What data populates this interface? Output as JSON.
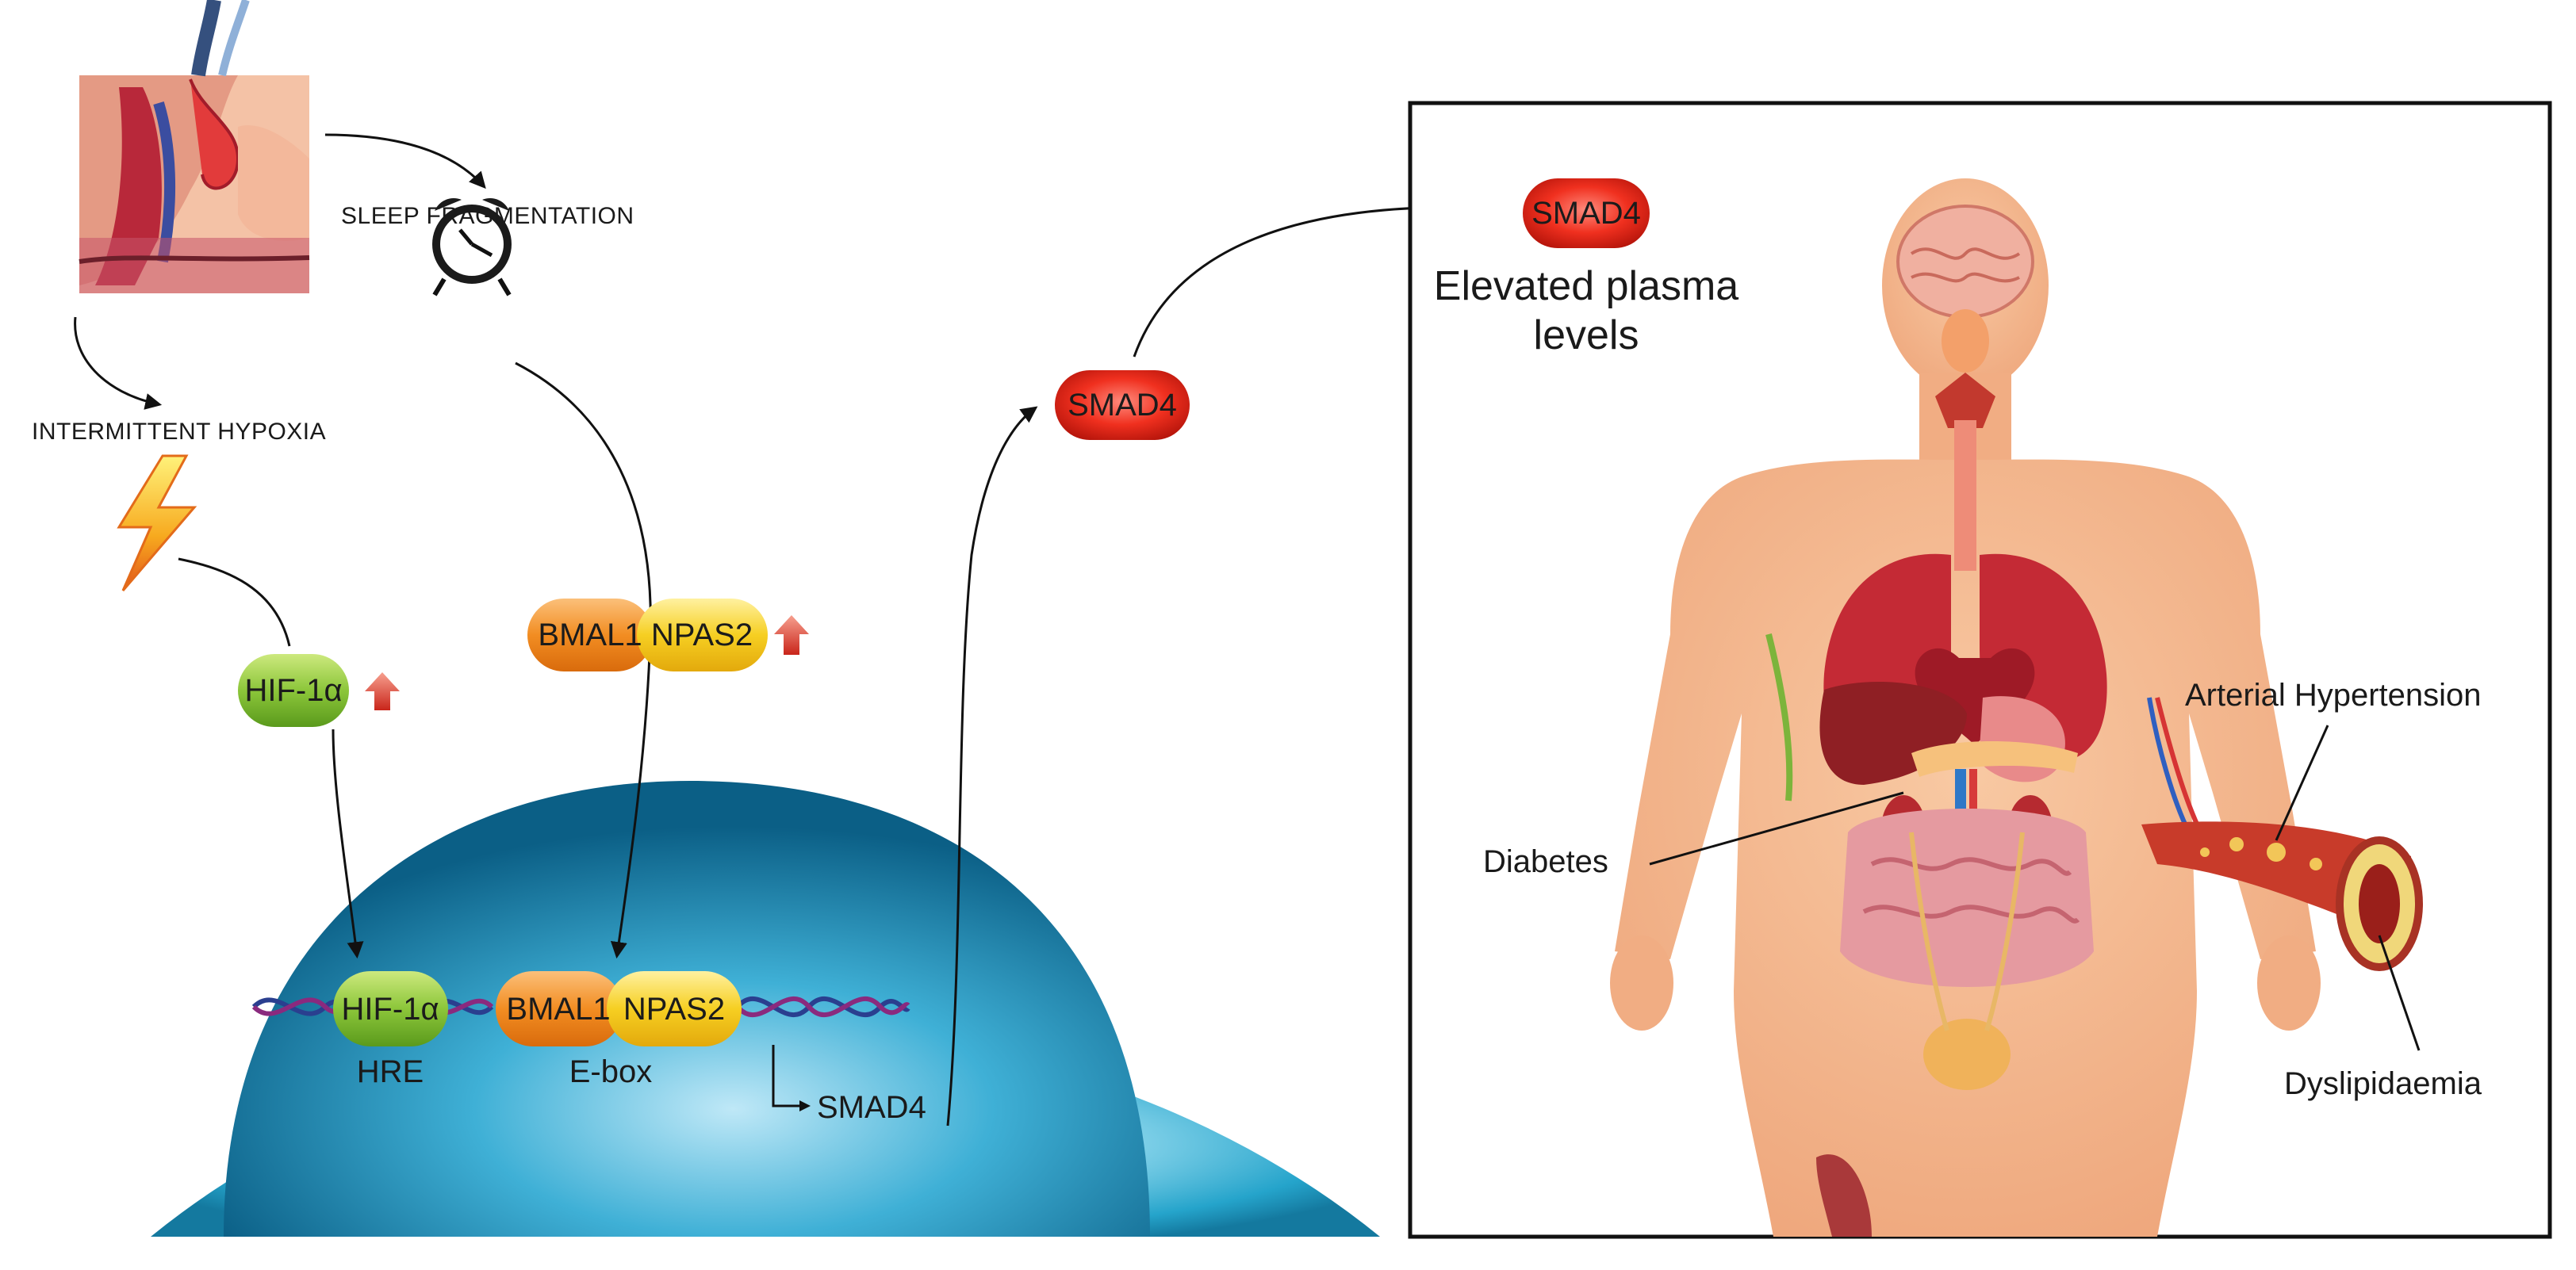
{
  "triggers": {
    "sleep_fragmentation": "SLEEP FRAGMENTATION",
    "intermittent_hypoxia": "INTERMITTENT HYPOXIA"
  },
  "cytoplasm": {
    "hif_pill": "HIF-1α",
    "bmal1_pill": "BMAL1",
    "npas2_pill": "NPAS2"
  },
  "nucleus": {
    "hif_pill": "HIF-1α",
    "bmal1_pill": "BMAL1",
    "npas2_pill": "NPAS2",
    "hre_label": "HRE",
    "ebox_label": "E-box",
    "smad4_gene": "SMAD4"
  },
  "secreted": {
    "smad4_pill": "SMAD4"
  },
  "panel": {
    "smad4_pill": "SMAD4",
    "plasma_line1": "Elevated plasma",
    "plasma_line2": "levels",
    "diabetes": "Diabetes",
    "arterial_hypertension": "Arterial Hypertension",
    "dyslipidaemia": "Dyslipidaemia"
  },
  "colors": {
    "cell": "#1d9ec4",
    "nucleus": "#0f6f97",
    "hif_green": "#7cbf2e",
    "bmal_orange": "#f08a1c",
    "npas_yellow": "#f2c515",
    "smad_red": "#e02518",
    "up_arrow": "#e23a2a",
    "skin": "#f3b48a"
  }
}
